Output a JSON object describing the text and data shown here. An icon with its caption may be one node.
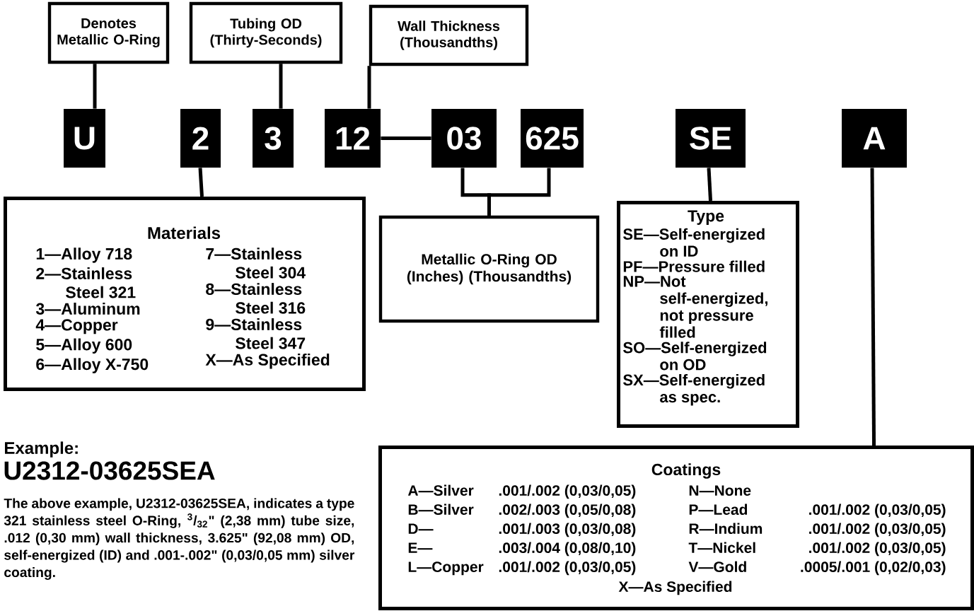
{
  "diagram": {
    "nodes": [
      {
        "text": [
          "Denotes Metallic O-Ring"
        ]
      },
      {
        "text": [
          "Tubing OD (Thirty-Seconds)"
        ]
      },
      {
        "text": [
          "Wall Thickness (Thousandths)"
        ]
      },
      {
        "text": [
          "U"
        ]
      },
      {
        "text": [
          "2"
        ]
      },
      {
        "text": [
          "3"
        ]
      },
      {
        "text": [
          "12"
        ]
      },
      {
        "text": [
          "03"
        ]
      },
      {
        "text": [
          "625"
        ]
      },
      {
        "text": [
          "SE"
        ]
      },
      {
        "text": [
          "A"
        ]
      },
      {
        "text": [
          "Materials",
          "1—Alloy 718",
          "2—Stainless Steel 321",
          "3—Aluminum",
          "4—Copper",
          "5—Alloy 600",
          "6—Alloy X-750",
          "7—Stainless Steel 304",
          "8—Stainless Steel 316",
          "9—Stainless Steel 347",
          "X—As Specified"
        ]
      },
      {
        "text": [
          "Metallic O-Ring OD (Inches) (Thousandths)"
        ]
      },
      {
        "text": [
          "Type",
          "SE—Self-energized on ID",
          "PF—Pressure filled",
          "NP—Not self-energized, not pressure filled",
          "SO—Self-energized on OD",
          "SX—Self-energized as spec."
        ]
      },
      {
        "text": [
          "Coatings",
          "A—Silver",
          ".001/.002 (0,03/0,05)",
          "N—None",
          "B—Silver",
          ".002/.003 (0,05/0,08)",
          "P—Lead",
          ".001/.002 (0,03/0,05)",
          "D—",
          ".001/.003 (0,03/0,08)",
          "R—Indium",
          ".001/.002 (0,03/0,05)",
          "E—",
          ".003/.004 (0,08/0,10)",
          "T—Nickel",
          ".001/.002 (0,03/0,05)",
          "L—Copper",
          ".001/.002 (0,03/0,05)",
          "V—Gold",
          ".0005/.001 (0,02/0,03)",
          "X—As Specified"
        ]
      }
    ],
    "edges": [
      {
        "from": 0,
        "to": 3,
        "arrow": "none"
      },
      {
        "from": 1,
        "to": 5,
        "arrow": "none"
      },
      {
        "from": 2,
        "to": 6,
        "arrow": "none"
      },
      {
        "from": 6,
        "to": 7,
        "arrow": "none"
      },
      {
        "from": 4,
        "to": 11,
        "arrow": "none"
      },
      {
        "from": 7,
        "to": 12,
        "arrow": "none"
      },
      {
        "from": 8,
        "to": 12,
        "arrow": "none"
      },
      {
        "from": 9,
        "to": 13,
        "arrow": "none"
      },
      {
        "from": 10,
        "to": 14,
        "arrow": "none"
      }
    ],
    "labels": [
      "Example:",
      "U2312-03625SEA",
      "The above example, U2312-03625SEA, indicates a type 321 stainless steel O-Ring, $^{3}$/$_{32}$\" (2,38 mm) tube size, .012 (0,30 mm) wall thickness, 3.625\" (92,08 mm) OD, self-energized (ID) and .001-.002\" (0,03/0,05 mm) silver coating."
    ]
  }
}
